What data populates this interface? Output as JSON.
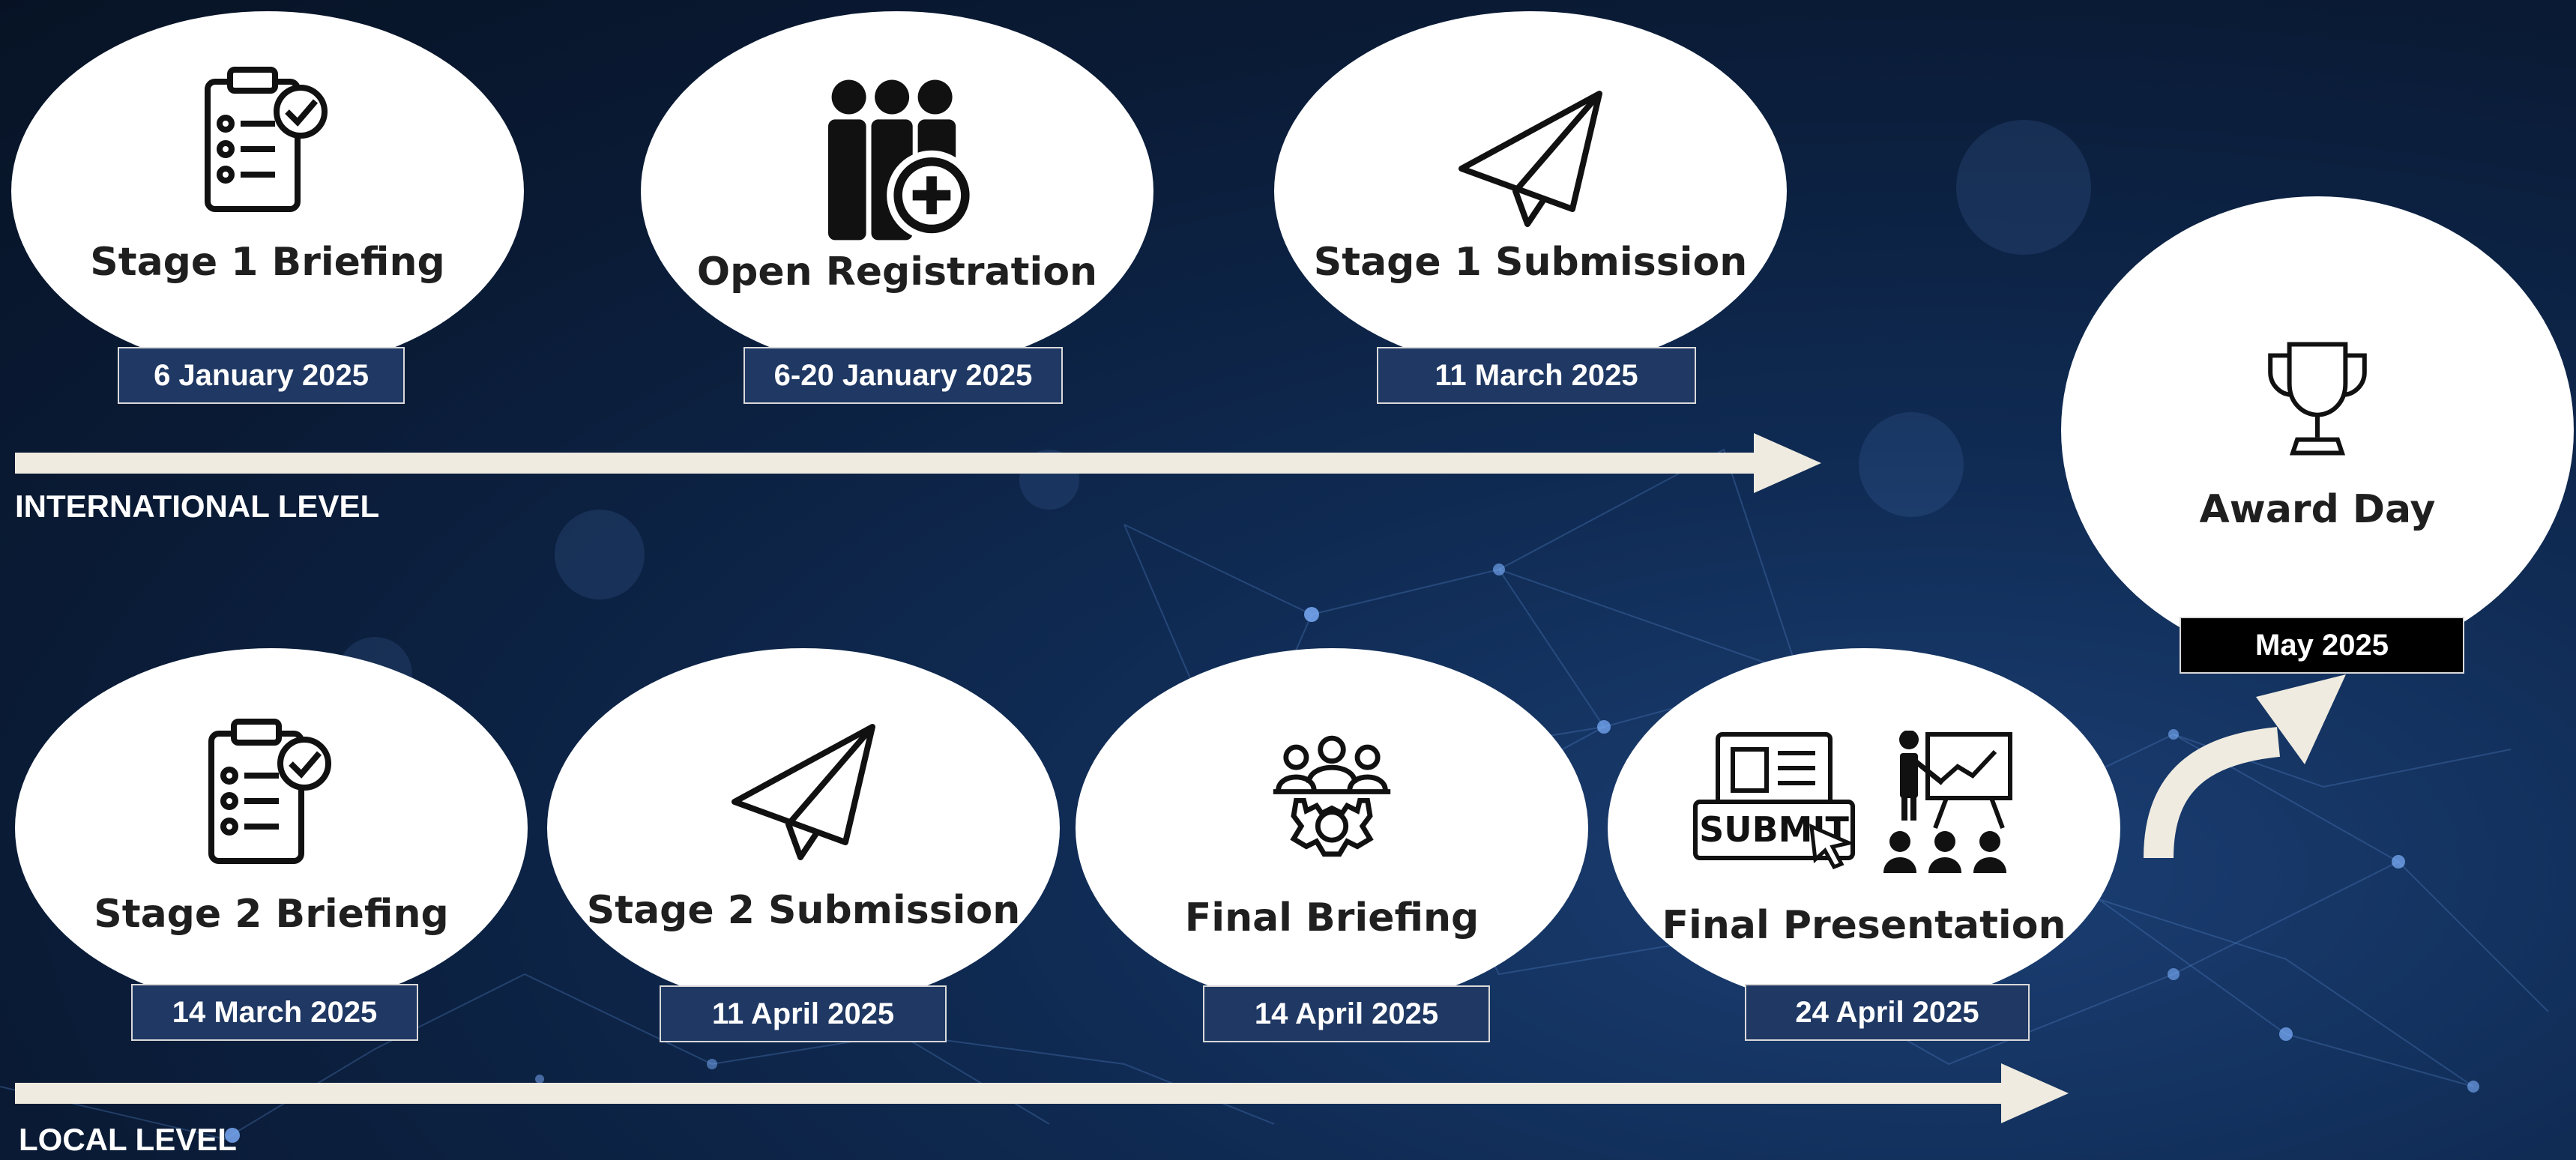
{
  "international": {
    "label": "INTERNATIONAL LEVEL",
    "stages": [
      {
        "title": "Stage 1 Briefing",
        "date": "6 January 2025",
        "icon": "clipboard-check-icon"
      },
      {
        "title": "Open Registration",
        "date": "6-20 January 2025",
        "icon": "group-add-icon"
      },
      {
        "title": "Stage 1 Submission",
        "date": "11 March 2025",
        "icon": "paper-plane-icon"
      }
    ]
  },
  "local": {
    "label": "LOCAL LEVEL",
    "stages": [
      {
        "title": "Stage 2 Briefing",
        "date": "14 March 2025",
        "icon": "clipboard-check-icon"
      },
      {
        "title": "Stage 2 Submission",
        "date": "11 April 2025",
        "icon": "paper-plane-icon"
      },
      {
        "title": "Final Briefing",
        "date": "14 April 2025",
        "icon": "team-gear-icon"
      },
      {
        "title": "Final Presentation",
        "date": "24 April 2025",
        "icon": "submit-presentation-icon",
        "icon_text": "SUBMIT"
      }
    ]
  },
  "award": {
    "title": "Award Day",
    "date": "May 2025",
    "icon": "trophy-icon"
  },
  "colors": {
    "date_box": "#1f3864",
    "award_date_box": "#000000",
    "arrow": "#efebe0",
    "background": "#0b1d3a"
  }
}
